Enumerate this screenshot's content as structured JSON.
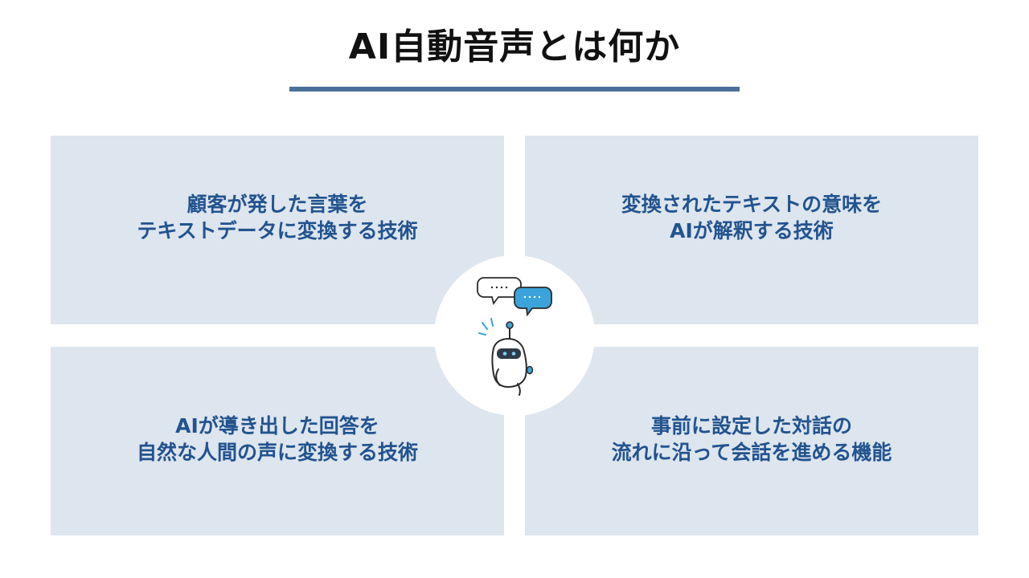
{
  "title": "AI自動音声とは何か",
  "panels": {
    "top_left": {
      "line1": "顧客が発した言葉を",
      "line2": "テキストデータに変換する技術"
    },
    "top_right": {
      "line1": "変換されたテキストの意味を",
      "line2": "AIが解釈する技術"
    },
    "bottom_left": {
      "line1": "AIが導き出した回答を",
      "line2": "自然な人間の声に変換する技術"
    },
    "bottom_right": {
      "line1": "事前に設定した対話の",
      "line2": "流れに沿って会話を進める機能"
    }
  },
  "colors": {
    "accent": "#4a7099",
    "panel_bg": "#dde5ee",
    "panel_text": "#22538f",
    "bubble_blue": "#3ba3da"
  },
  "icons": {
    "center": "robot-with-speech-bubbles-icon"
  }
}
